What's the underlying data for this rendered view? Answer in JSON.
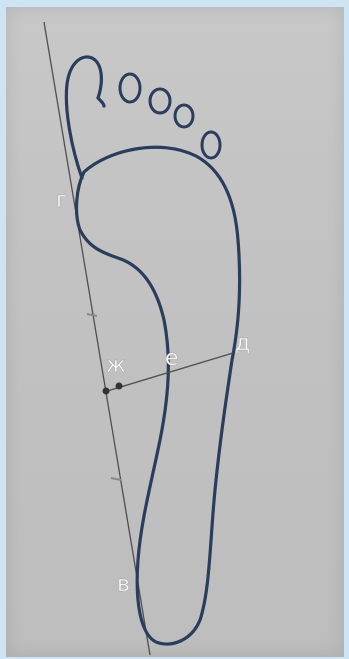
{
  "diagram": {
    "points": {
      "g": "г",
      "d": "д",
      "e": "е",
      "zh": "ж",
      "v": "в"
    },
    "colors": {
      "background": "#cfe4f3",
      "paper": "#c4c4c4",
      "outline": "#2b3d5c",
      "line": "#4a4a4a",
      "label": "#ffffff"
    }
  }
}
